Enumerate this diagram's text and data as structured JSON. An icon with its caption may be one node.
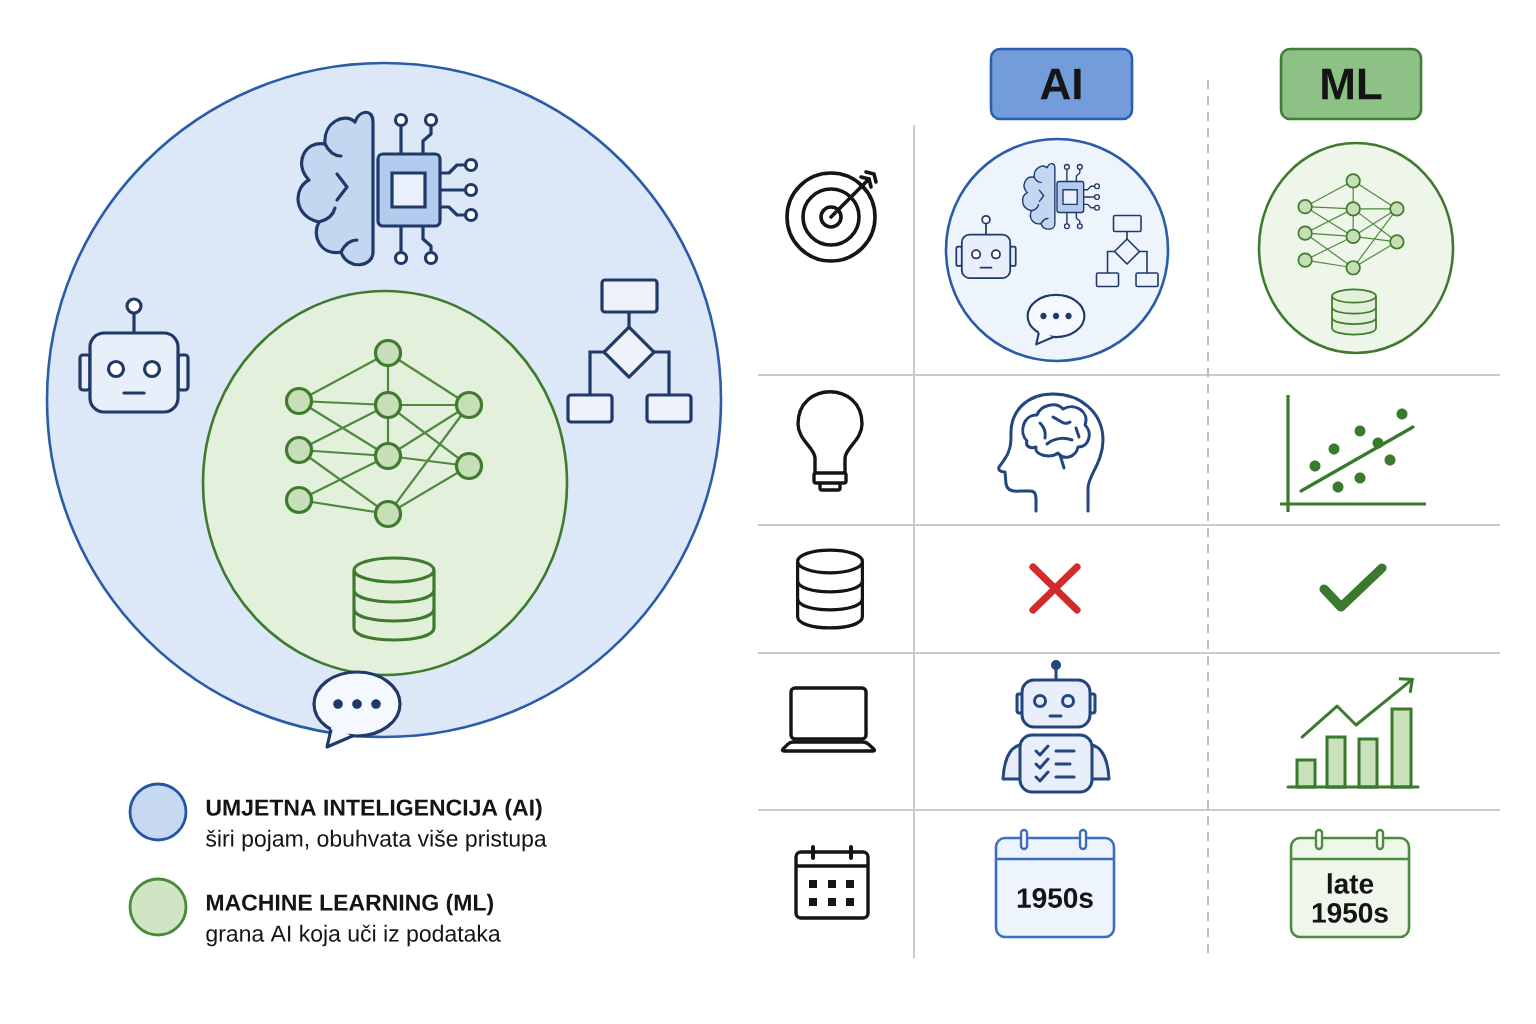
{
  "diagram": {
    "nodes": [
      {
        "text": [],
        "shape": "circle"
      },
      {
        "text": [],
        "shape": "circle",
        "in": 0
      },
      {
        "text": [
          "AI"
        ]
      },
      {
        "text": [
          "ML"
        ]
      },
      {
        "text": [
          "1950s"
        ]
      },
      {
        "text": [
          "late 1950s"
        ]
      }
    ],
    "labels": [
      "širi pojam, obuhvata više pristupa",
      "grana AI koja uči iz podataka"
    ],
    "legend": [
      {
        "text": "UMJETNA INTELIGENCIJA (AI)",
        "color": "#c6d8f2"
      },
      {
        "text": "MACHINE LEARNING (ML)",
        "color": "#cfe5c3"
      }
    ]
  }
}
